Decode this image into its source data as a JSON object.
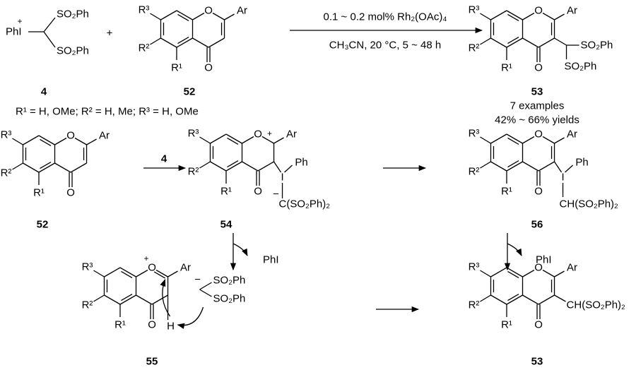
{
  "atoms": {
    "O": "O",
    "Ar": "Ar",
    "R1": "R¹",
    "R2": "R²",
    "R3": "R³",
    "plus": "+",
    "minus": "−",
    "H": "H"
  },
  "reagent_4": {
    "phi": "PhI",
    "charge": "+",
    "so2ph_top": "SO₂Ph",
    "so2ph_bottom": "SO₂Ph",
    "label": "4"
  },
  "plus_sign": "+",
  "substrate_52_top": {
    "label": "52"
  },
  "conditions": {
    "above": "0.1 ~ 0.2 mol% Rh₂(OAc)₄",
    "below": "CH₃CN, 20 °C, 5 ~ 48 h"
  },
  "product_53_top": {
    "so2ph_right": "SO₂Ph",
    "so2ph_bottom": "SO₂Ph",
    "label": "53",
    "examples": "7 examples",
    "yields": "42% ~ 66% yields"
  },
  "r_groups": "R¹ = H, OMe; R² = H, Me; R³ = H, OMe",
  "substrate_52_bottom": {
    "label": "52"
  },
  "arrow_reagent": "4",
  "intermediate_54": {
    "I": "I",
    "Ph": "Ph",
    "ylide": "C(SO₂Ph)₂",
    "label": "54"
  },
  "intermediate_56": {
    "I": "I",
    "Ph": "Ph",
    "ch": "CH(SO₂Ph)₂",
    "label": "56"
  },
  "byproduct_left": "PhI",
  "byproduct_right": "PhI",
  "intermediate_55": {
    "so2ph_top": "SO₂Ph",
    "so2ph_bottom": "SO₂Ph",
    "label": "55"
  },
  "product_53_bottom": {
    "ch": "CH(SO₂Ph)₂",
    "label": "53"
  }
}
